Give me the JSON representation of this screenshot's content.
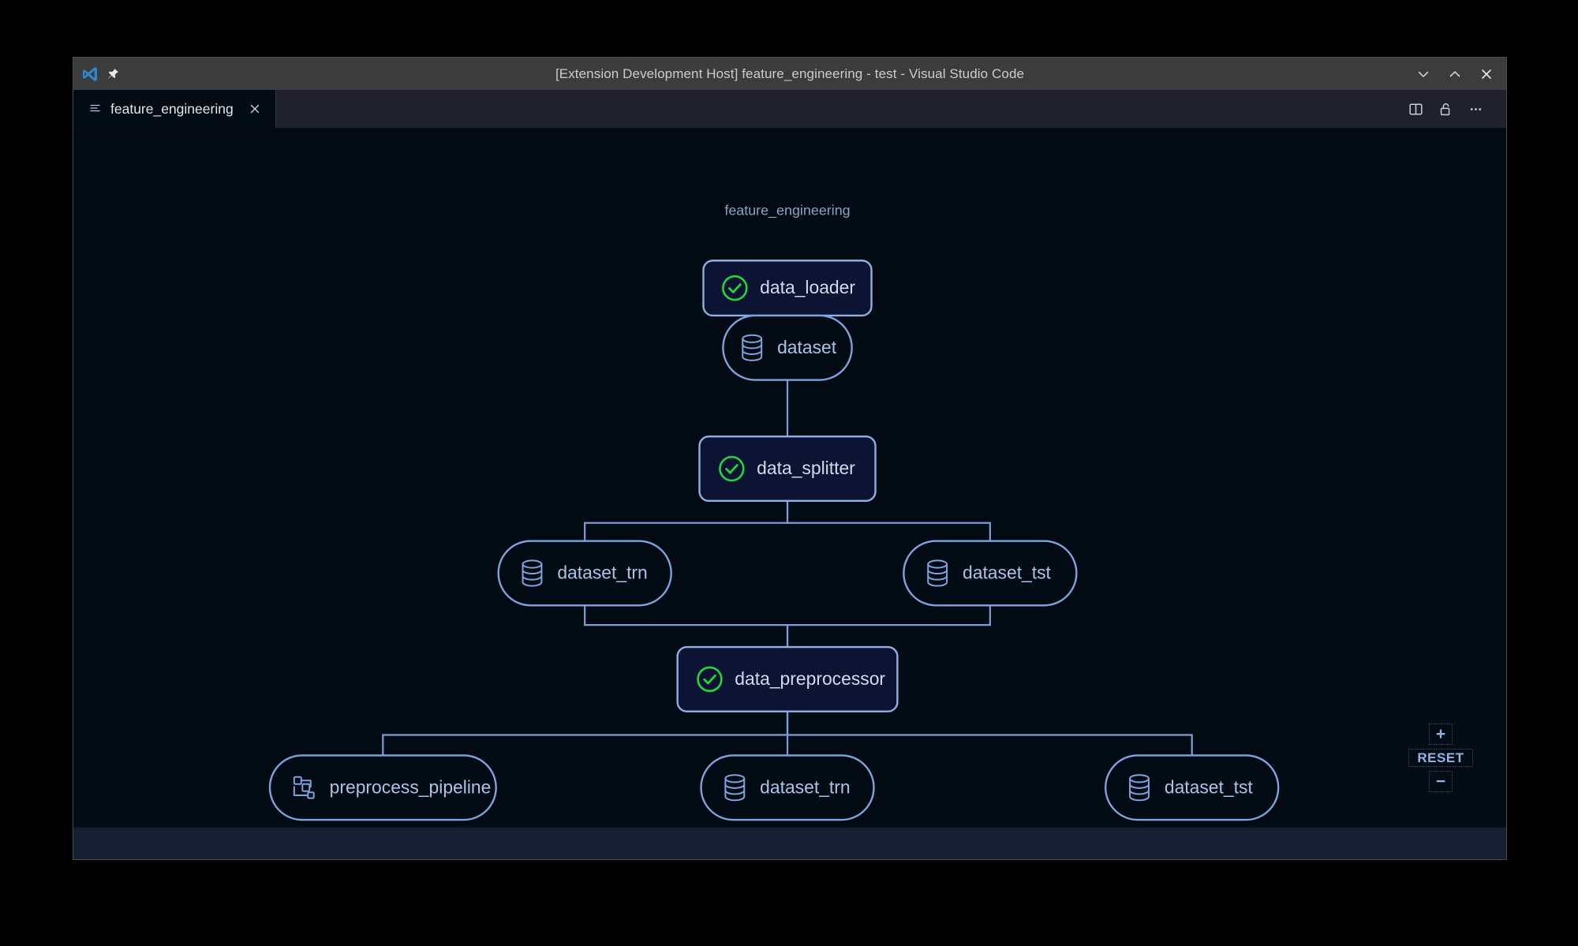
{
  "window": {
    "title": "[Extension Development Host] feature_engineering - test - Visual Studio Code",
    "logo_icon": "vscode-logo-icon",
    "pin_icon": "pin-icon",
    "controls": [
      {
        "name": "minimize-button",
        "icon": "chevron-down-icon"
      },
      {
        "name": "maximize-button",
        "icon": "chevron-up-icon"
      },
      {
        "name": "close-button",
        "icon": "close-icon"
      }
    ]
  },
  "tabbar": {
    "tabs": [
      {
        "label": "feature_engineering",
        "icon": "list-icon",
        "close_icon": "close-icon",
        "active": true
      }
    ],
    "actions": [
      {
        "name": "split-editor-button",
        "icon": "split-editor-icon"
      },
      {
        "name": "unlock-button",
        "icon": "unlock-icon"
      },
      {
        "name": "more-actions-button",
        "icon": "ellipsis-icon"
      }
    ]
  },
  "graph": {
    "cluster_label": "feature_engineering",
    "nodes": [
      {
        "id": "data_loader",
        "label": "data_loader",
        "type": "task",
        "icon": "check-circle-icon",
        "status": "success"
      },
      {
        "id": "dataset",
        "label": "dataset",
        "type": "dataset",
        "icon": "database-icon"
      },
      {
        "id": "data_splitter",
        "label": "data_splitter",
        "type": "task",
        "icon": "check-circle-icon",
        "status": "success"
      },
      {
        "id": "dataset_trn_1",
        "label": "dataset_trn",
        "type": "dataset",
        "icon": "database-icon"
      },
      {
        "id": "dataset_tst_1",
        "label": "dataset_tst",
        "type": "dataset",
        "icon": "database-icon"
      },
      {
        "id": "data_preprocessor",
        "label": "data_preprocessor",
        "type": "task",
        "icon": "check-circle-icon",
        "status": "success"
      },
      {
        "id": "preprocess_pipeline",
        "label": "preprocess_pipeline",
        "type": "dataset",
        "icon": "pipeline-icon"
      },
      {
        "id": "dataset_trn_2",
        "label": "dataset_trn",
        "type": "dataset",
        "icon": "database-icon"
      },
      {
        "id": "dataset_tst_2",
        "label": "dataset_tst",
        "type": "dataset",
        "icon": "database-icon"
      }
    ],
    "edges": [
      {
        "from": "data_loader",
        "to": "dataset"
      },
      {
        "from": "dataset",
        "to": "data_splitter"
      },
      {
        "from": "data_splitter",
        "to": "dataset_trn_1"
      },
      {
        "from": "data_splitter",
        "to": "dataset_tst_1"
      },
      {
        "from": "dataset_trn_1",
        "to": "data_preprocessor"
      },
      {
        "from": "dataset_tst_1",
        "to": "data_preprocessor"
      },
      {
        "from": "data_preprocessor",
        "to": "preprocess_pipeline"
      },
      {
        "from": "data_preprocessor",
        "to": "dataset_trn_2"
      },
      {
        "from": "data_preprocessor",
        "to": "dataset_tst_2"
      }
    ]
  },
  "zoom_controls": {
    "zoom_in_label": "+",
    "reset_label": "RESET",
    "zoom_out_label": "−"
  },
  "colors": {
    "canvas_background": "#020a14",
    "task_node_fill": "#0d1333",
    "node_border": "#8fb0e0",
    "edge": "#7b9fd4",
    "status_success": "#22d63f",
    "label_text": "#a8c5e8",
    "titlebar": "#3c3c3c",
    "tabbar": "#21212e",
    "statusbar": "#161f31"
  }
}
